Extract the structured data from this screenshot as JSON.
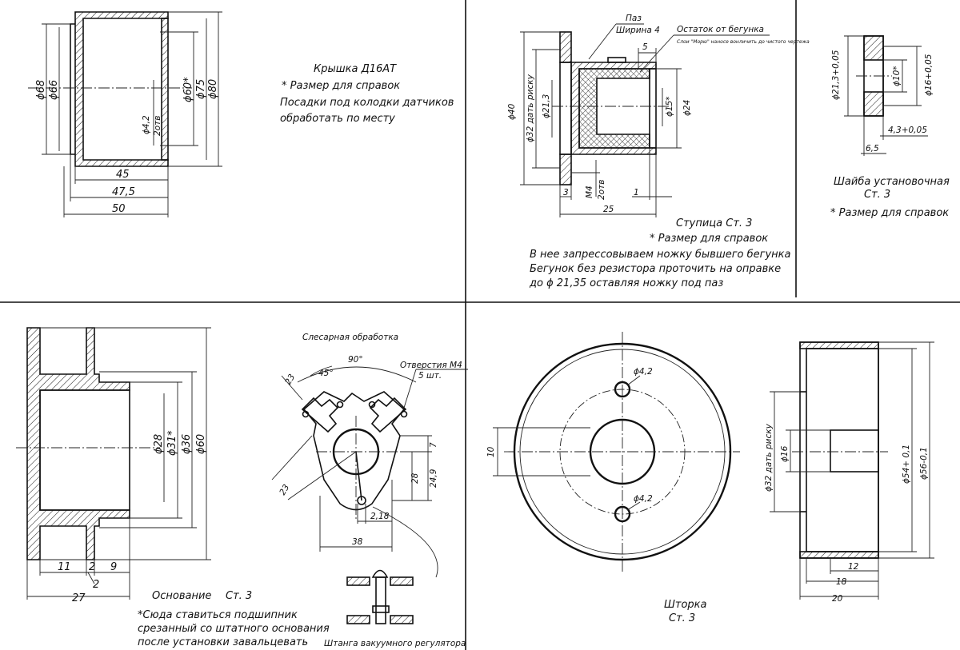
{
  "kryshka": {
    "title": "Крышка  Д16АТ",
    "note1": "* Размер для справок",
    "note2": "Посадки под колодки датчиков",
    "note3": "обработать по месту",
    "dims": {
      "d68": "ϕ68",
      "d66": "ϕ66",
      "d60": "ϕ60*",
      "d75": "ϕ75",
      "d80": "ϕ80",
      "d42": "ϕ4,2",
      "holes": "2отв",
      "l45": "45",
      "l475": "47,5",
      "l50": "50"
    }
  },
  "stupitsa": {
    "title": "Ступица  Ст. 3",
    "note": "* Размер для справок",
    "desc1": "В нее запрессовываем ножку бывшего бегунка",
    "desc2": "Бегунок без резистора проточить на оправке",
    "desc3": "до  ϕ 21,35 оставляя ножку под паз",
    "callout_groove": "Паз",
    "callout_width": "Ширина 4",
    "callout_rest": "Остаток от бегунка",
    "callout_small": "Слои \"Морю\" наносе вонличить до чистого чертежа",
    "dims": {
      "d40": "ϕ40",
      "d32": "ϕ32 дать риску",
      "d213": "ϕ21,3",
      "d15": "ϕ15*",
      "d24": "ϕ24",
      "w5": "5",
      "w3": "3",
      "m4": "M4",
      "holes": "2отв",
      "w1": "1",
      "l25": "25"
    }
  },
  "shaiba": {
    "title": "Шайба установочная",
    "material": "Ст. 3",
    "note": "* Размер для справок",
    "dims": {
      "d213": "ϕ21,3+0,05",
      "d10": "ϕ10*",
      "d16": "ϕ16+0,05",
      "l43": "4,3+0,05",
      "l65": "6,5"
    }
  },
  "osnovanie": {
    "title": "Основание",
    "material": "Ст. 3",
    "note1": "*Сюда ставиться подшипник",
    "note2": "срезанный со штатного основания",
    "note3": "после установки завальцевать",
    "dims": {
      "d28": "ϕ28",
      "d31": "ϕ31*",
      "d36": "ϕ36",
      "d60": "ϕ60",
      "l11": "11",
      "l2a": "2",
      "l9": "9",
      "l2b": "2",
      "l27": "27"
    }
  },
  "slesar": {
    "title": "Слесарная обработка",
    "holes1": "Отверстия М4",
    "holes2": "5 шт.",
    "rod": "Штанга вакуумного регулятора",
    "dims": {
      "a90": "90°",
      "a45": "45°",
      "d23a": "23",
      "d23b": "23",
      "d7": "7",
      "d28": "28",
      "d249": "24,9",
      "d218": "2,18",
      "d38": "38"
    }
  },
  "shtorka": {
    "title": "Шторка",
    "material": "Ст. 3",
    "dims": {
      "h1": "ϕ4,2",
      "h2": "ϕ4,2",
      "d10": "10",
      "d32": "ϕ32 дать риску",
      "d16": "ϕ16",
      "d54": "ϕ54+ 0,1",
      "d56": "ϕ56-0,1",
      "l12": "12",
      "l18": "18",
      "l20": "20"
    }
  }
}
